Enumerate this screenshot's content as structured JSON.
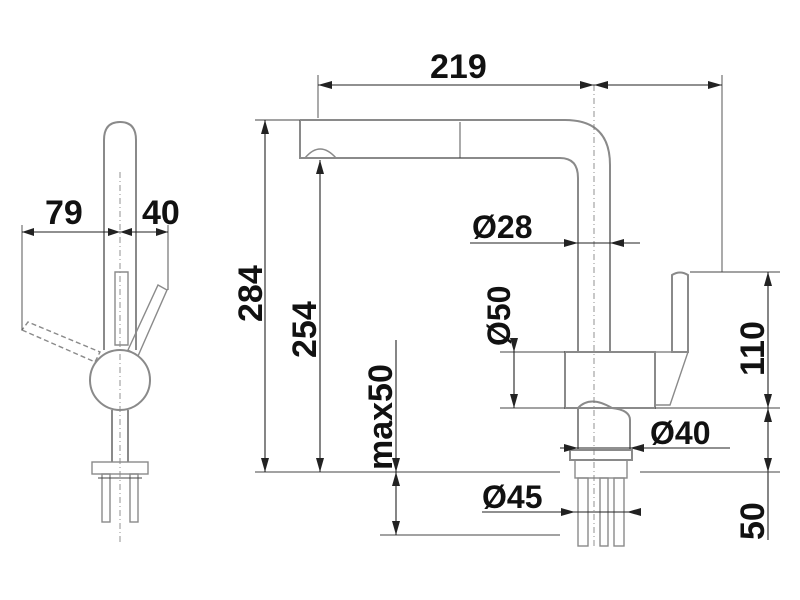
{
  "drawing": {
    "side_view": {
      "dim_79": "79",
      "dim_40": "40"
    },
    "front_view": {
      "dim_219": "219",
      "dim_284": "284",
      "dim_254": "254",
      "dim_max50": "max50",
      "dim_d28": "Ø28",
      "dim_d50": "Ø50",
      "dim_d40": "Ø40",
      "dim_d45": "Ø45",
      "dim_110": "110",
      "dim_50": "50"
    }
  }
}
